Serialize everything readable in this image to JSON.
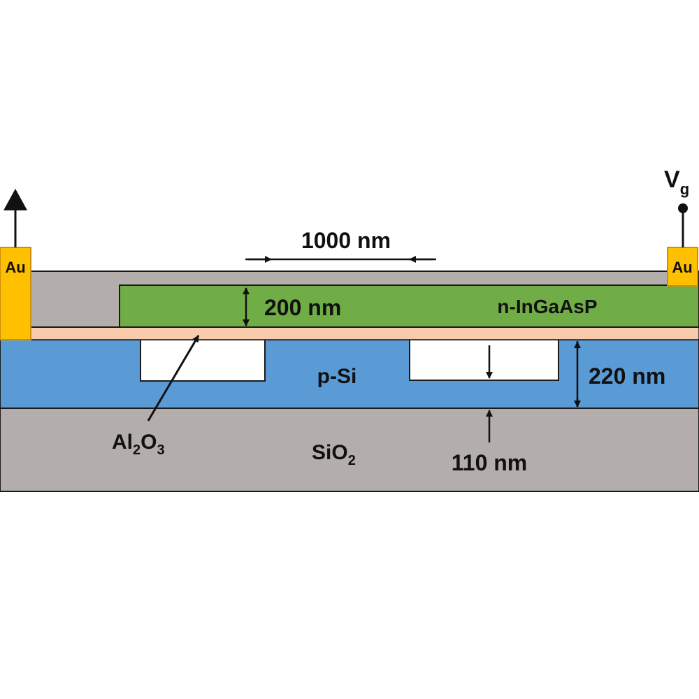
{
  "labels": {
    "dim_width": "1000 nm",
    "dim_ingaasp_thickness": "200 nm",
    "material_ingaasp": "n-InGaAsP",
    "material_psi": "p-Si",
    "dim_si_thickness": "220 nm",
    "material_al2o3": {
      "base": "Al",
      "sub1": "2",
      "mid": "O",
      "sub2": "3"
    },
    "material_sio2": {
      "base": "SiO",
      "sub": "2"
    },
    "dim_etch_depth": "110 nm",
    "contact_left": "Au",
    "contact_right": "Au",
    "voltage": {
      "base": "V",
      "sub": "g"
    }
  },
  "colors": {
    "oxide_gray": "#b3aeab",
    "silicon_blue": "#5b9bd5",
    "ingaasp_green": "#70ad47",
    "al2o3_peach": "#f8cbad",
    "gold": "#ffc000",
    "gold_border": "#c9900a",
    "outline": "#1a1a1a"
  }
}
